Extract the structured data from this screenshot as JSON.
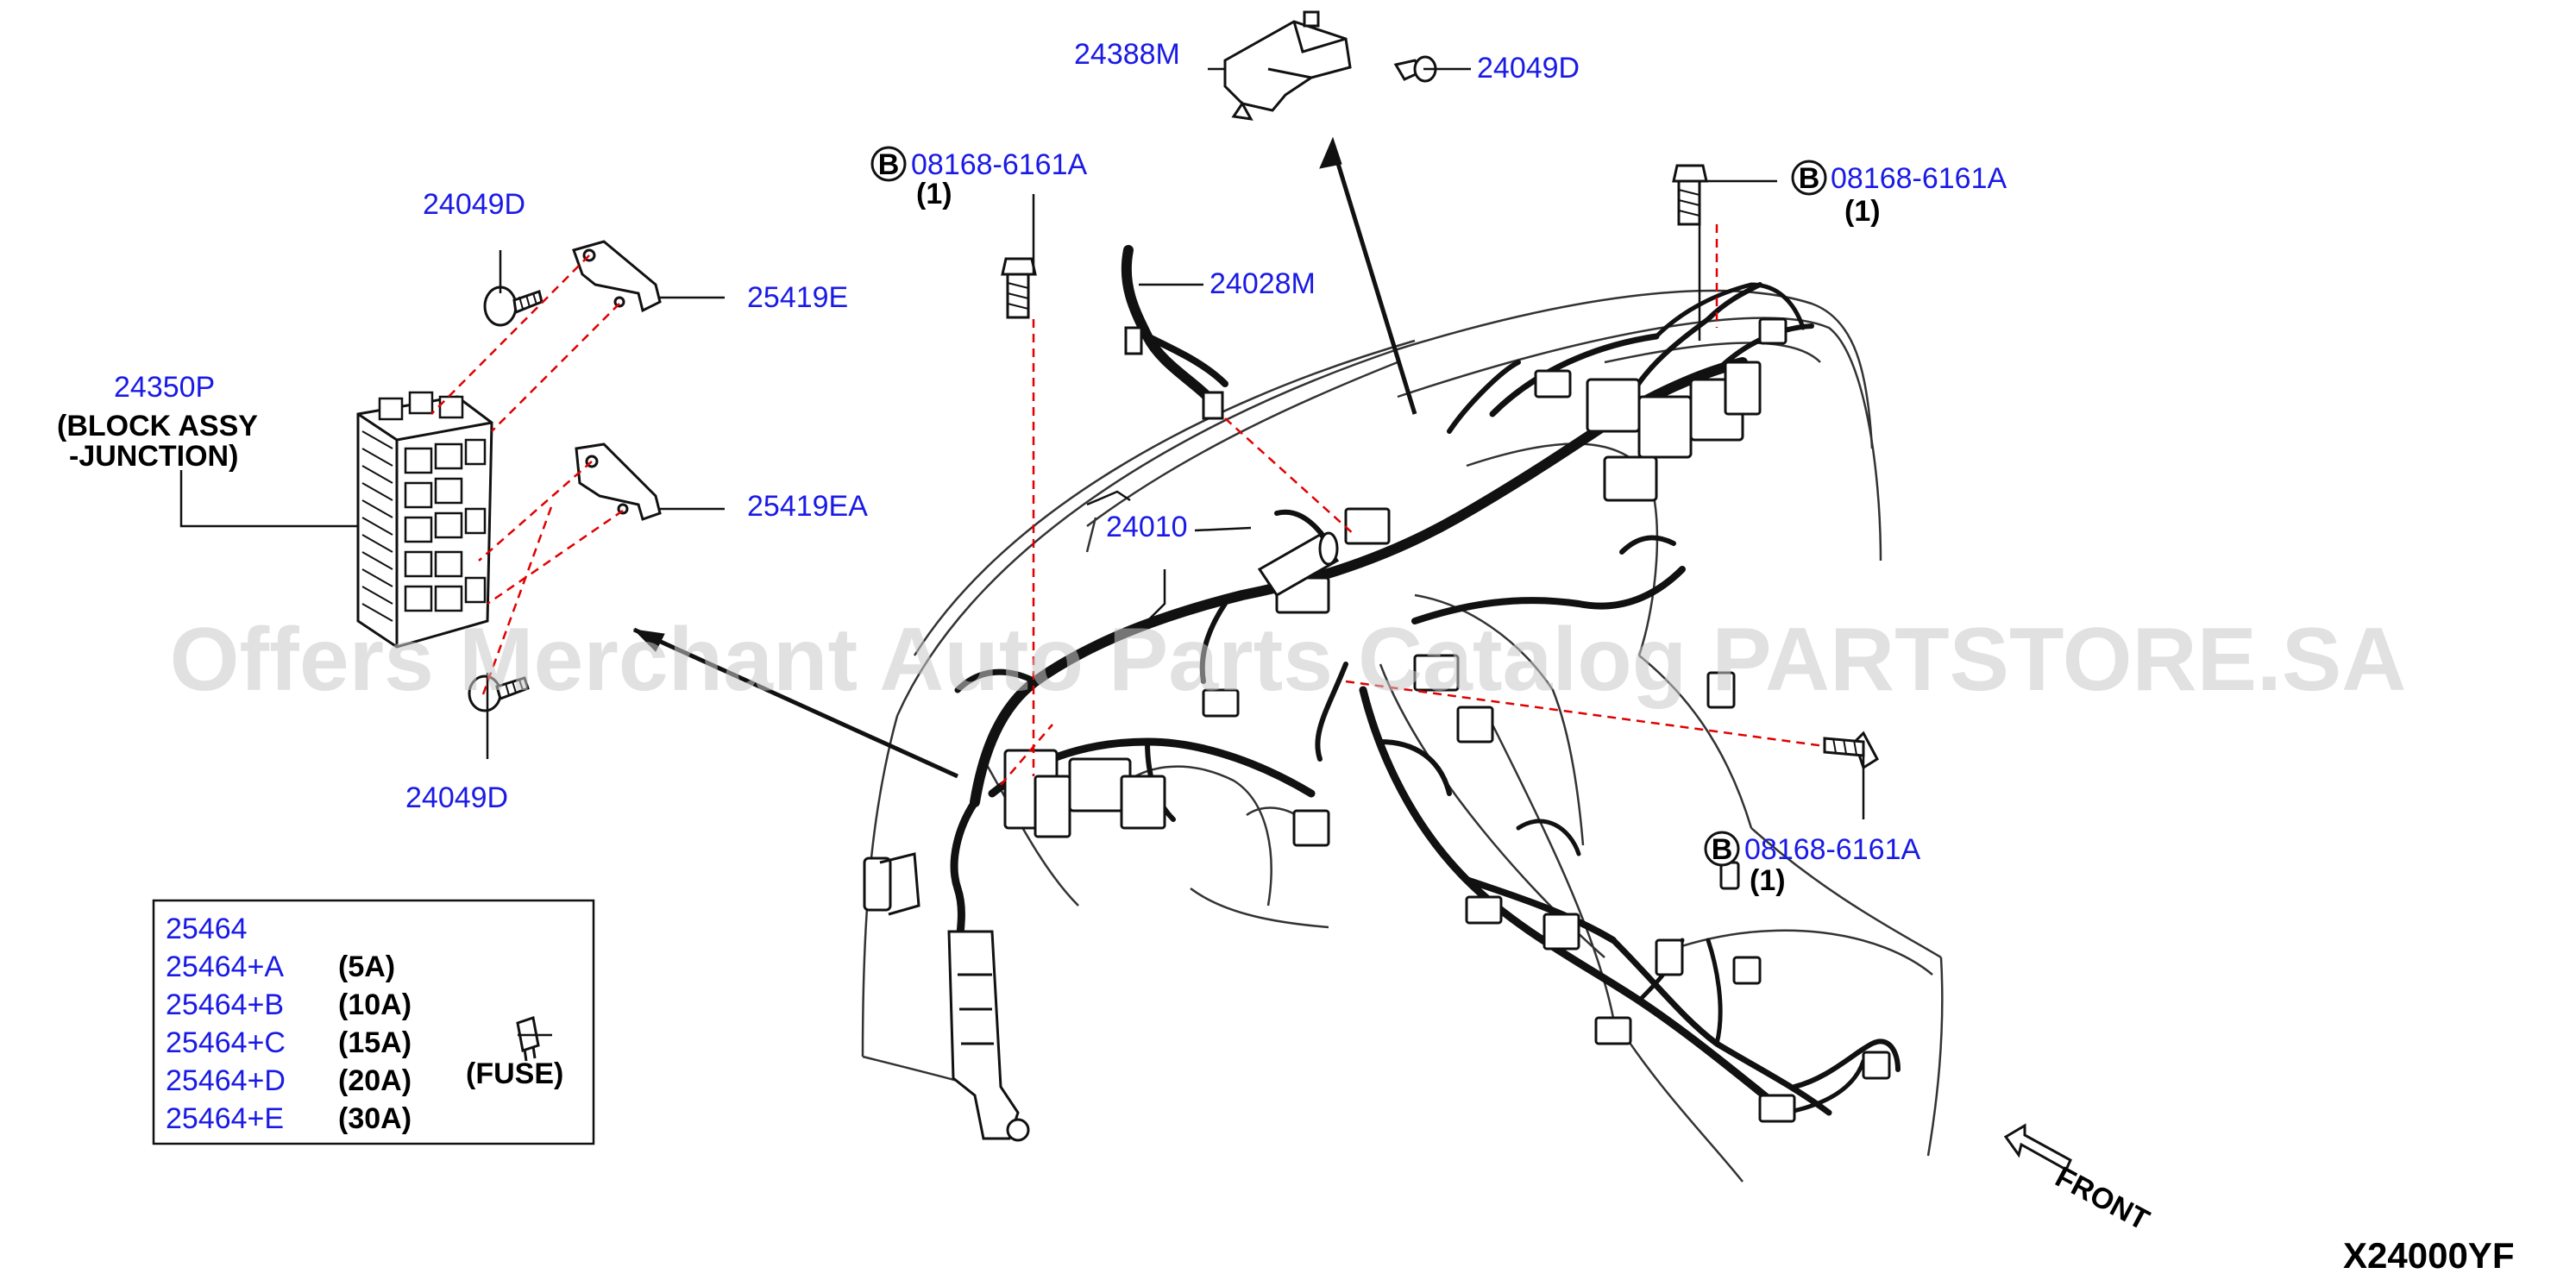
{
  "title": "",
  "watermark": "Offers Merchant Auto Parts Catalog PARTSTORE.SA",
  "diagram_code": "X24000YF",
  "colors": {
    "part_label": "#1a1ae6",
    "annotation": "#000000",
    "leader_dashed": "#e00000",
    "harness": "#111111",
    "outline": "#333333"
  },
  "callouts": {
    "p24388M": "24388M",
    "p24049D_top": "24049D",
    "p08168_a": "08168-6161A",
    "p08168_a_qty": "(1)",
    "p08168_b": "08168-6161A",
    "p08168_b_qty": "(1)",
    "p08168_c": "08168-6161A",
    "p08168_c_qty": "(1)",
    "bolt_marker": "B",
    "p24049D_left": "24049D",
    "p25419E": "25419E",
    "p24350P": "24350P",
    "p24350P_desc1": "(BLOCK ASSY",
    "p24350P_desc2": "-JUNCTION)",
    "p25419EA": "25419EA",
    "p24028M": "24028M",
    "p24010": "24010",
    "p24049D_bottom": "24049D",
    "front_label": "FRONT"
  },
  "fuse_table": {
    "caption": "(FUSE)",
    "rows": [
      {
        "part": "25464",
        "rating": ""
      },
      {
        "part": "25464+A",
        "rating": "(5A)"
      },
      {
        "part": "25464+B",
        "rating": "(10A)"
      },
      {
        "part": "25464+C",
        "rating": "(15A)"
      },
      {
        "part": "25464+D",
        "rating": "(20A)"
      },
      {
        "part": "25464+E",
        "rating": "(30A)"
      }
    ]
  },
  "icons": [
    "bolt-icon",
    "fuse-icon",
    "bracket-icon",
    "junction-block-icon",
    "front-arrow-icon",
    "harness-drawing"
  ]
}
